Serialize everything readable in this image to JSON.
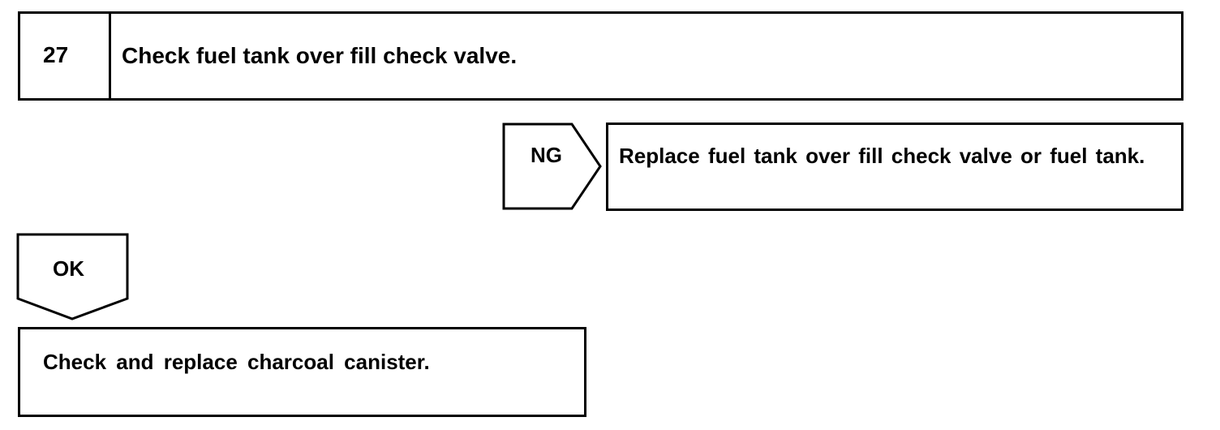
{
  "step": {
    "number": "27",
    "title": "Check fuel tank over fill check valve."
  },
  "ng_branch": {
    "label": "NG",
    "action": "Replace fuel tank over fill check valve or fuel tank."
  },
  "ok_branch": {
    "label": "OK",
    "action": "Check and replace charcoal canister."
  }
}
